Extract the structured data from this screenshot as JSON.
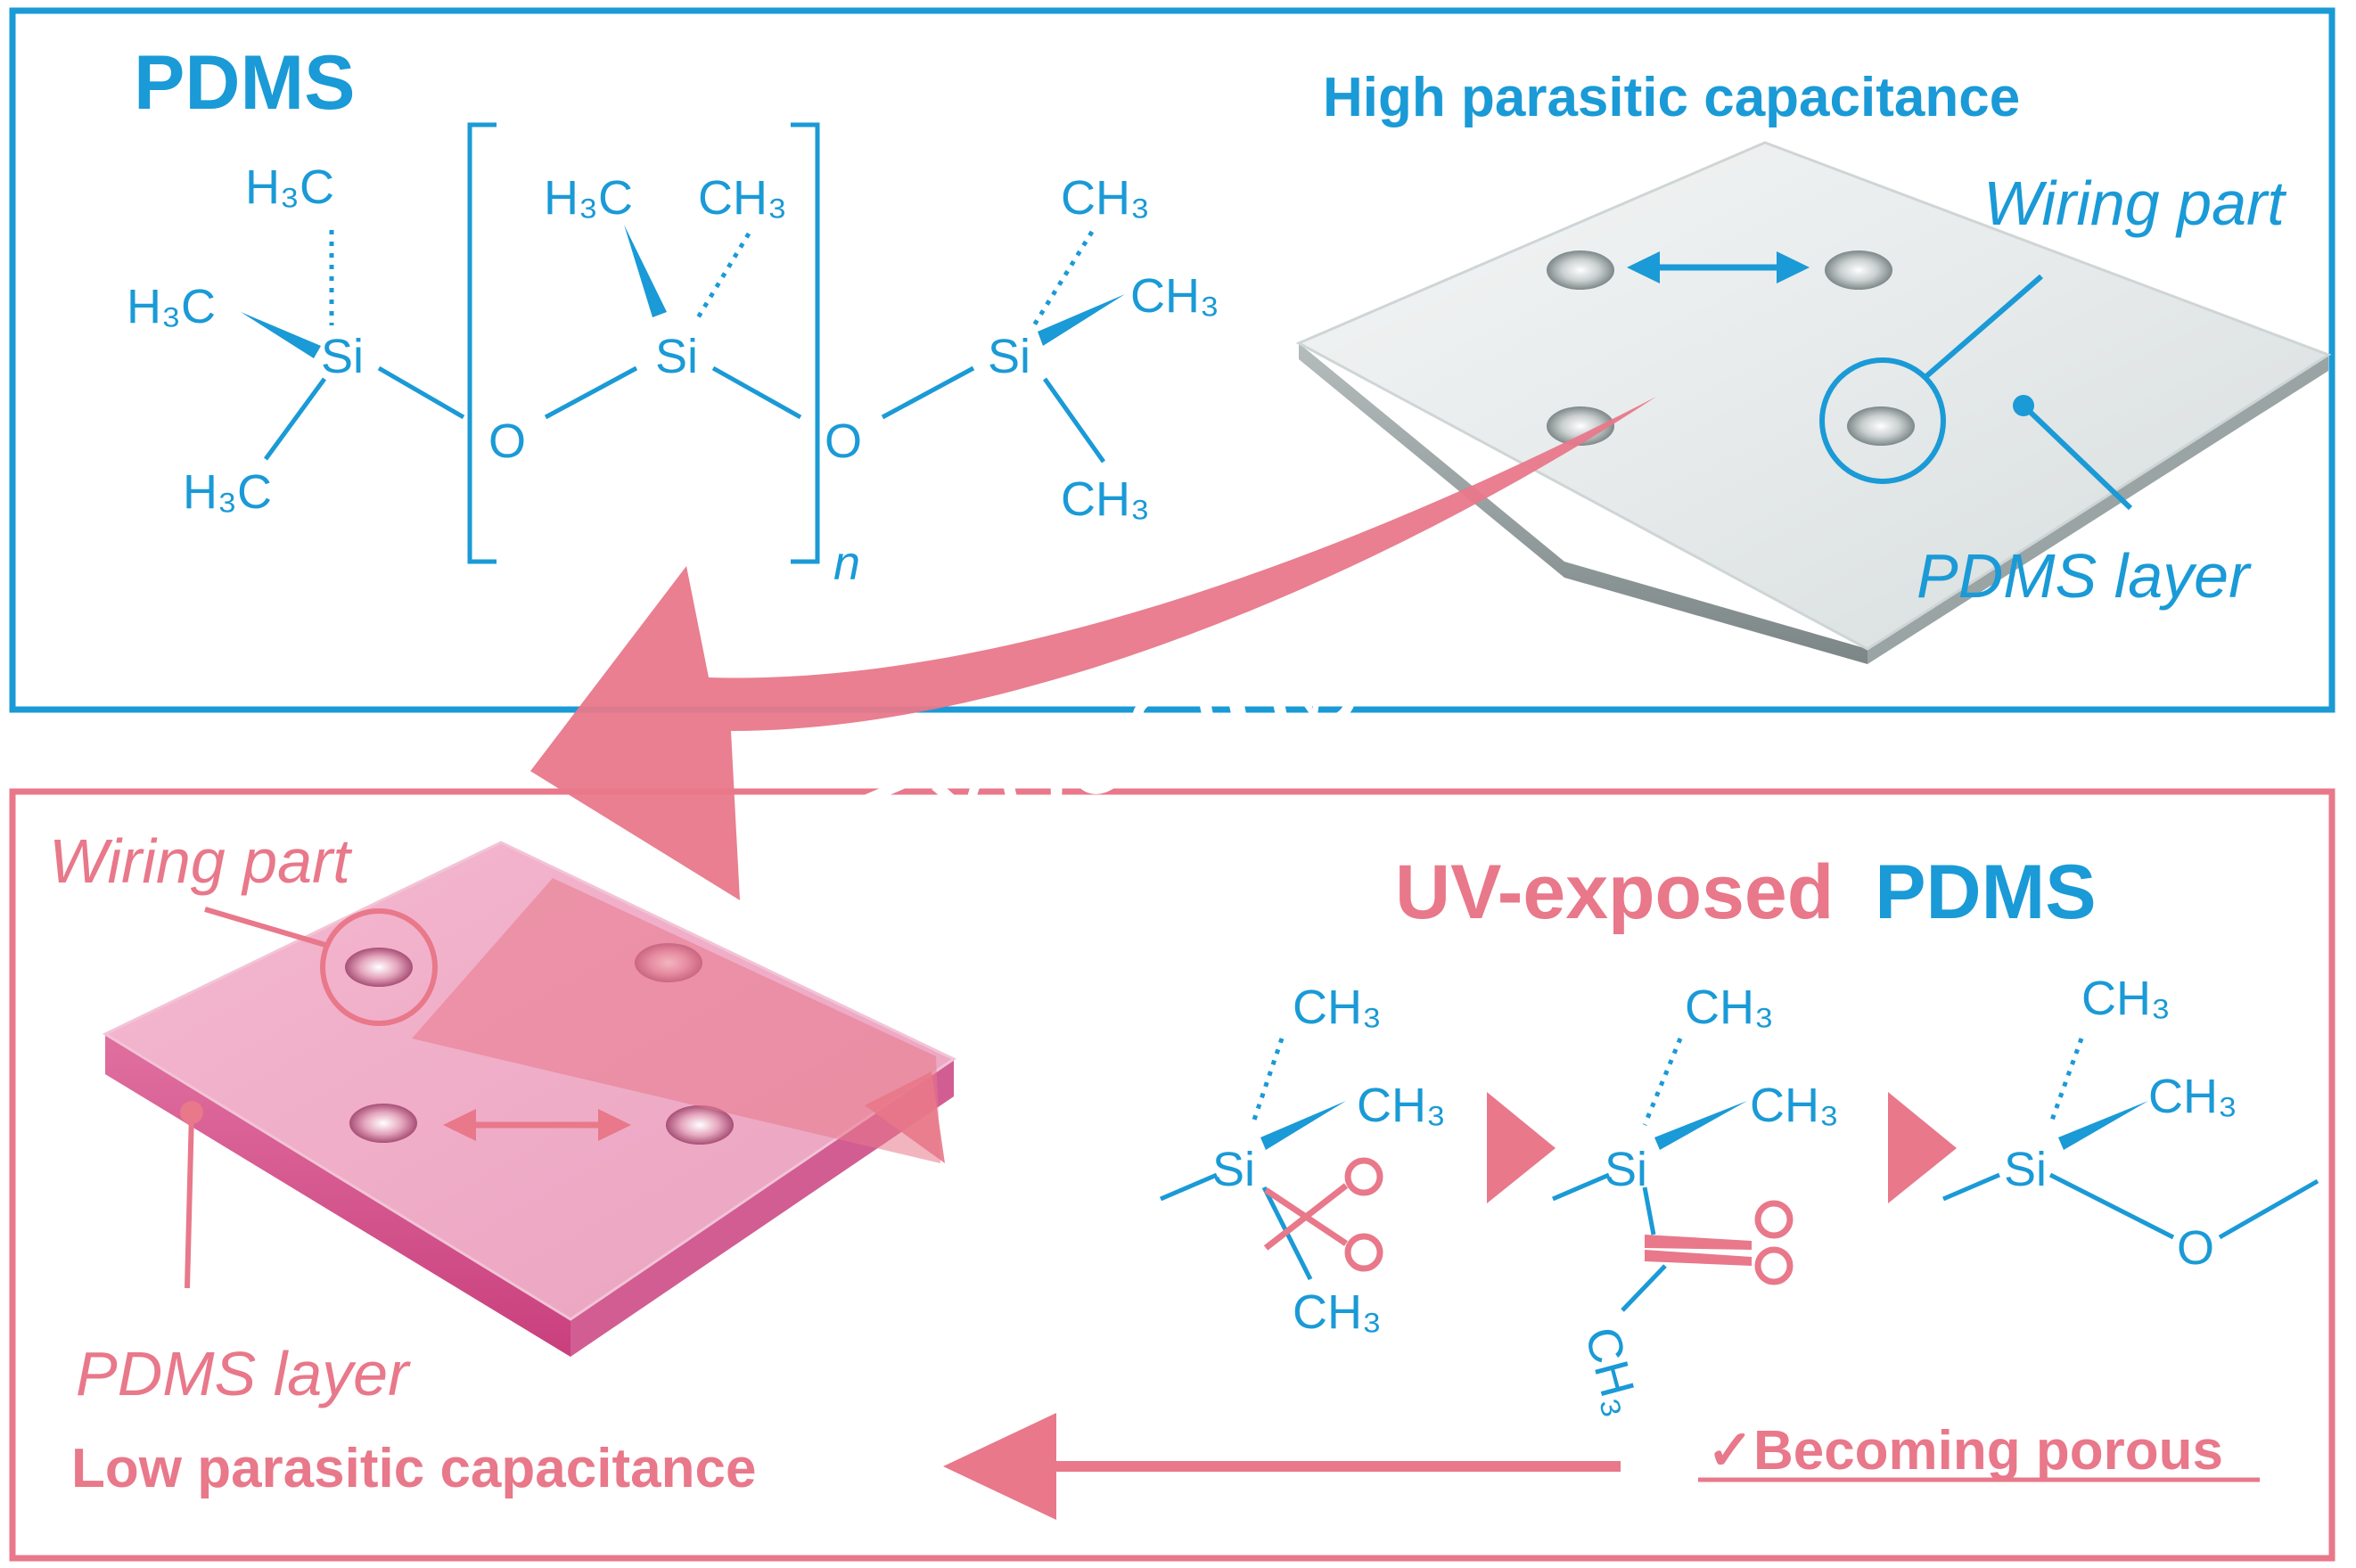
{
  "colors": {
    "blue": "#1a9ad6",
    "pink": "#e8788a",
    "pink_dark": "#d9456e"
  },
  "top_panel": {
    "title": "PDMS",
    "capacitance_label": "High parasitic capacitance",
    "wiring_label": "Wiring part",
    "layer_label": "PDMS layer",
    "chem": {
      "h3c": "H₃C",
      "ch3": "CH₃",
      "si": "Si",
      "o": "O",
      "n": "n"
    }
  },
  "arrow": {
    "word1": "Exposing",
    "word2": "UV"
  },
  "bottom_panel": {
    "title_part1": "UV-exposed",
    "title_part2": "PDMS",
    "wiring_label": "Wiring part",
    "layer_label": "PDMS layer",
    "capacitance_label": "Low parasitic capacitance",
    "porous_label": "✓Becoming porous",
    "chem": {
      "ch3": "CH₃",
      "si": "Si",
      "o": "O",
      "scissors": "scissors-icon"
    }
  }
}
